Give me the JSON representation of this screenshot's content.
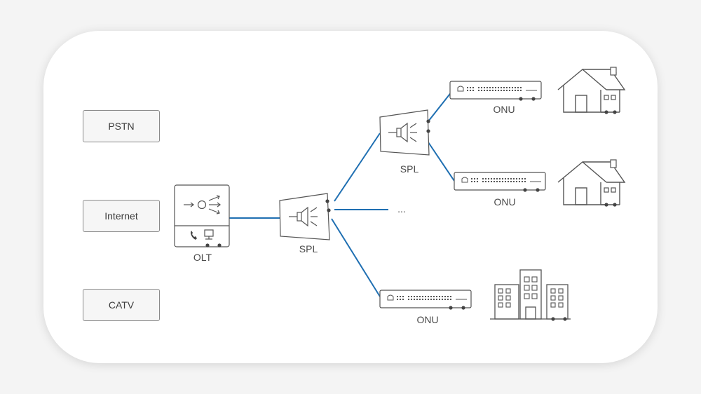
{
  "sources": {
    "pstn": "PSTN",
    "internet": "Internet",
    "catv": "CATV"
  },
  "olt_label": "OLT",
  "spl_main_label": "SPL",
  "spl_top_label": "SPL",
  "ellipsis": "...",
  "onu_top_label": "ONU",
  "onu_mid_label": "ONU",
  "onu_bottom_label": "ONU",
  "colors": {
    "fiber": "#1f6fb2",
    "outline": "#555555",
    "background": "#f4f4f4",
    "card": "#ffffff"
  },
  "icons": [
    "house-icon",
    "house-icon",
    "office-building-icon",
    "phone-icon",
    "computer-icon",
    "splitter-icon",
    "port-icon"
  ]
}
